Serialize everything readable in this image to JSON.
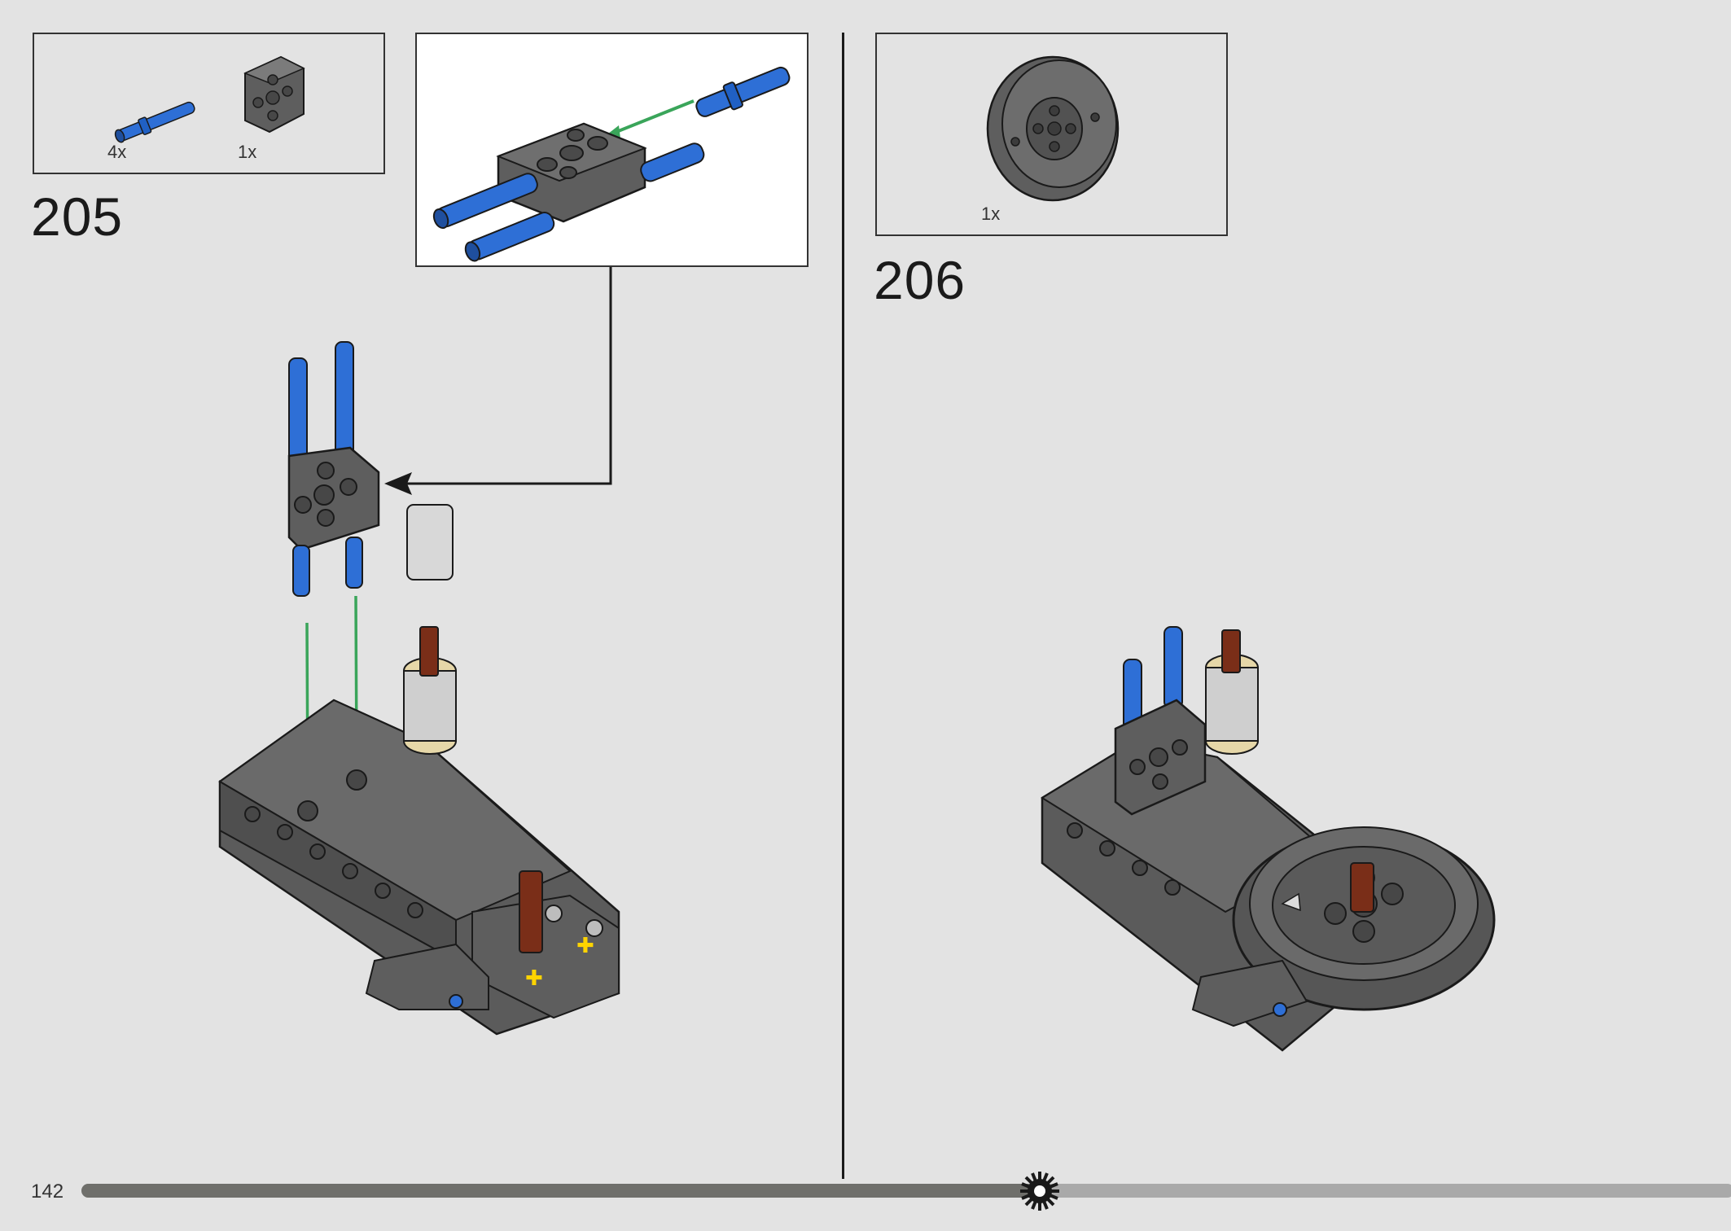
{
  "page": {
    "number": "142"
  },
  "progress": {
    "fraction": 0.58,
    "icon": "gear-icon"
  },
  "step205": {
    "number": "205",
    "parts": [
      {
        "qty": "4x",
        "part": "blue-axle-pin-icon"
      },
      {
        "qty": "1x",
        "part": "gray-connector-block-icon"
      }
    ]
  },
  "step206": {
    "number": "206",
    "parts": [
      {
        "qty": "1x",
        "part": "gray-gear-wheel-icon"
      }
    ]
  },
  "colors": {
    "background": "#e3e3e3",
    "part_gray": "#5e5e5e",
    "part_blue": "#2e6fd6",
    "part_brown": "#7a2e18",
    "part_tan": "#e6d7a8",
    "arrow_green": "#3aa55a"
  }
}
